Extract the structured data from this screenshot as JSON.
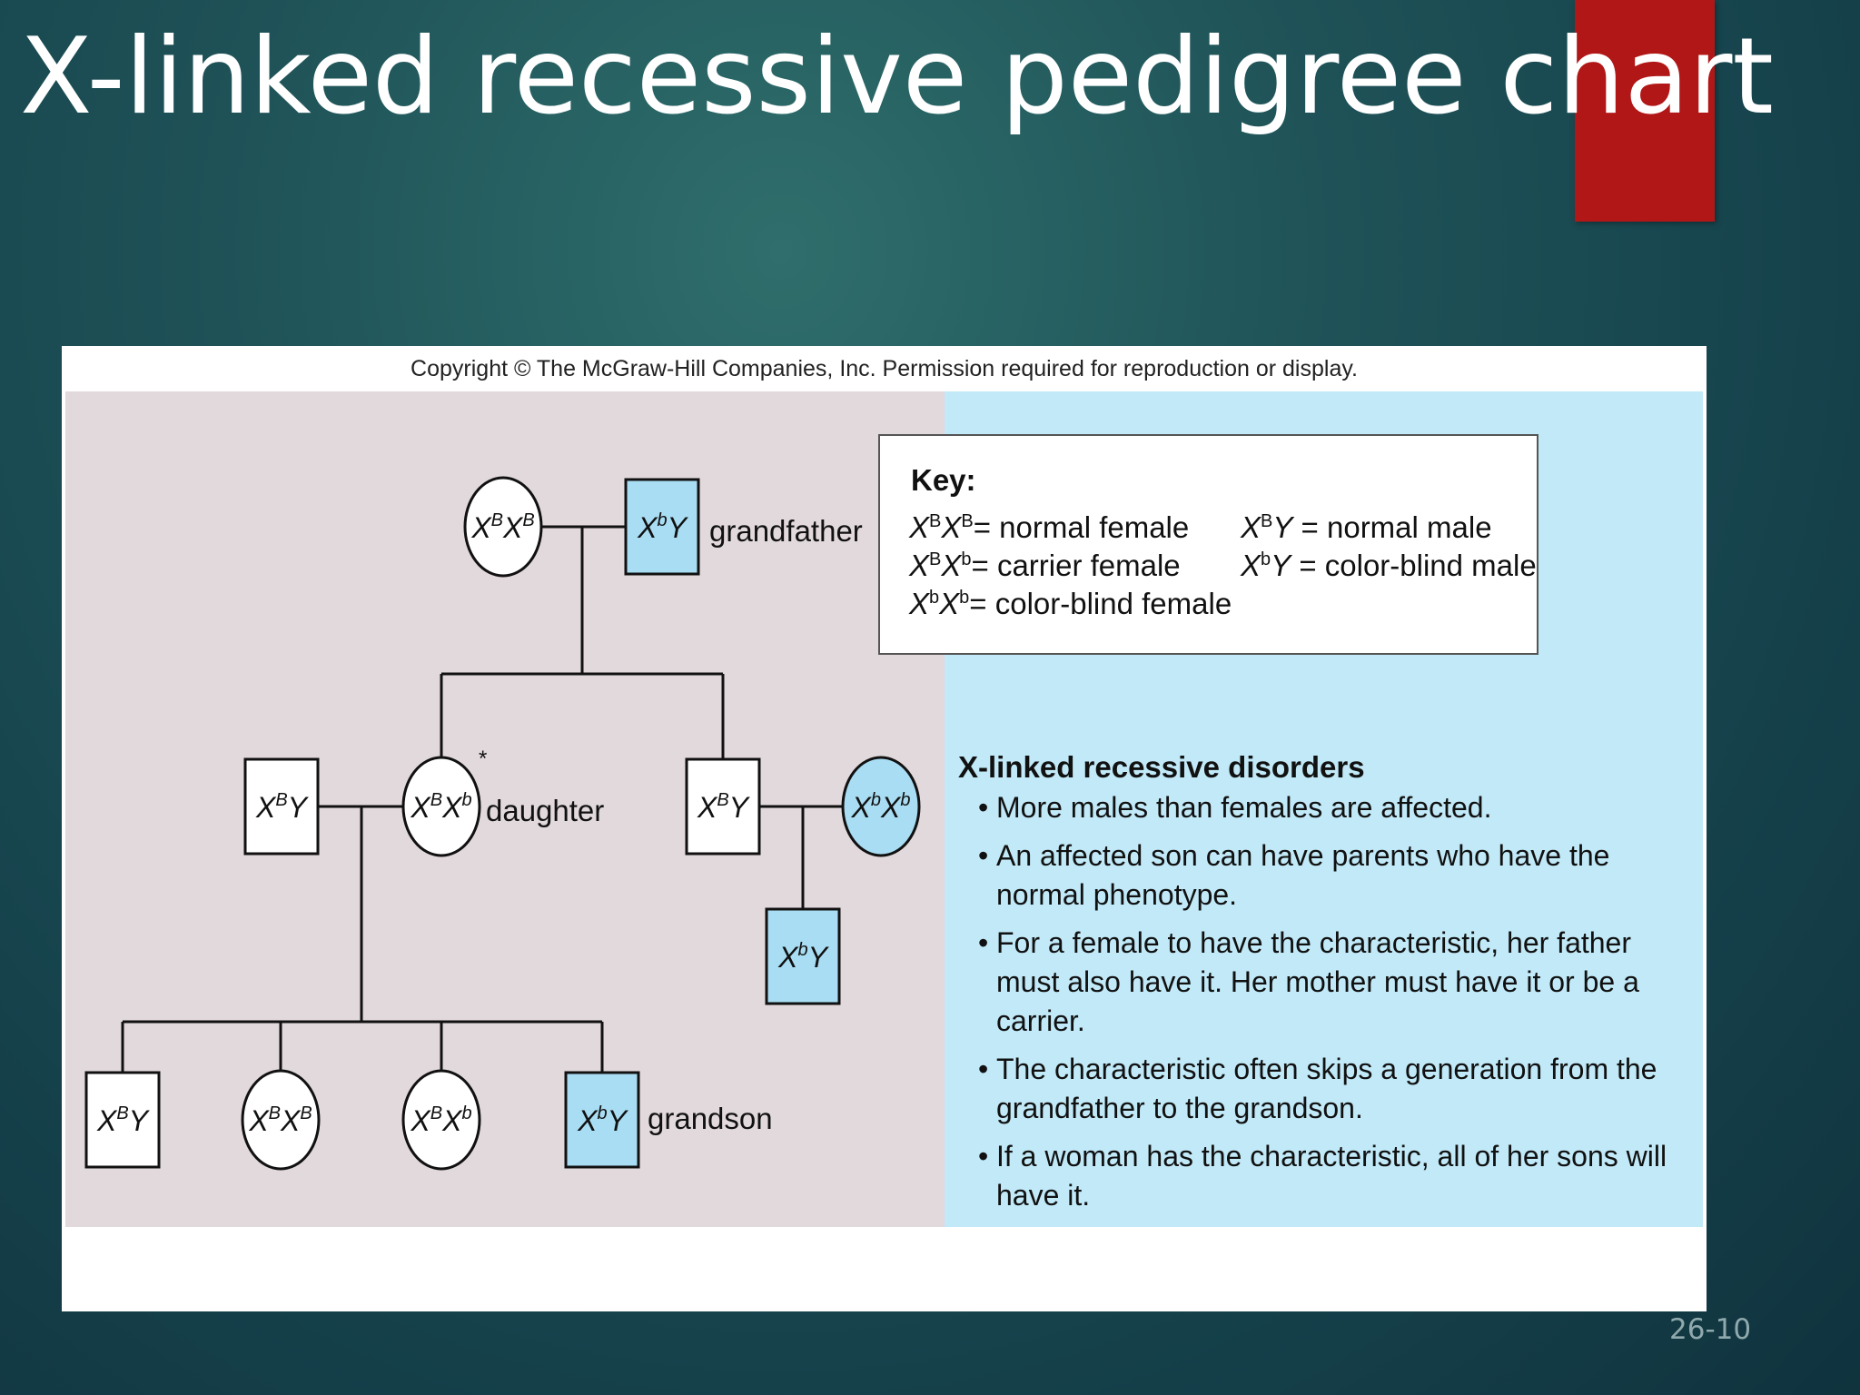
{
  "slide": {
    "title": "X-linked recessive pedigree chart",
    "page_number": "26-10",
    "accent_color": "#b11717"
  },
  "figure": {
    "copyright": "Copyright © The McGraw-Hill Companies, Inc. Permission required for reproduction or display.",
    "colors": {
      "affected_fill": "#a9ddf3",
      "unaffected_fill": "#ffffff",
      "left_panel": "#e2d9dc",
      "right_panel": "#c1e9f8"
    },
    "pedigree": {
      "labels": {
        "grandfather": "grandfather",
        "daughter": "daughter",
        "grandson": "grandson",
        "asterisk": "*"
      },
      "individuals": [
        {
          "id": "grandmother",
          "sex": "female",
          "affected": false,
          "base1": "X",
          "sup1": "B",
          "base2": "X",
          "sup2": "B"
        },
        {
          "id": "grandfather",
          "sex": "male",
          "affected": true,
          "base1": "X",
          "sup1": "b",
          "base2": "Y",
          "sup2": ""
        },
        {
          "id": "daughter-husband",
          "sex": "male",
          "affected": false,
          "base1": "X",
          "sup1": "B",
          "base2": "Y",
          "sup2": ""
        },
        {
          "id": "daughter",
          "sex": "female",
          "affected": false,
          "base1": "X",
          "sup1": "B",
          "base2": "X",
          "sup2": "b"
        },
        {
          "id": "son",
          "sex": "male",
          "affected": false,
          "base1": "X",
          "sup1": "B",
          "base2": "Y",
          "sup2": ""
        },
        {
          "id": "son-wife",
          "sex": "female",
          "affected": true,
          "base1": "X",
          "sup1": "b",
          "base2": "X",
          "sup2": "b"
        },
        {
          "id": "son-child",
          "sex": "male",
          "affected": true,
          "base1": "X",
          "sup1": "b",
          "base2": "Y",
          "sup2": ""
        },
        {
          "id": "grandchild-1",
          "sex": "male",
          "affected": false,
          "base1": "X",
          "sup1": "B",
          "base2": "Y",
          "sup2": ""
        },
        {
          "id": "grandchild-2",
          "sex": "female",
          "affected": false,
          "base1": "X",
          "sup1": "B",
          "base2": "X",
          "sup2": "B"
        },
        {
          "id": "grandchild-3",
          "sex": "female",
          "affected": false,
          "base1": "X",
          "sup1": "B",
          "base2": "X",
          "sup2": "b"
        },
        {
          "id": "grandson",
          "sex": "male",
          "affected": true,
          "base1": "X",
          "sup1": "b",
          "base2": "Y",
          "sup2": ""
        }
      ]
    },
    "key": {
      "title": "Key:",
      "entries": [
        {
          "base1": "X",
          "sup1": "B",
          "base2": "X",
          "sup2": "B",
          "desc": "= normal female"
        },
        {
          "base1": "X",
          "sup1": "B",
          "base2": "X",
          "sup2": "b",
          "desc": "= carrier female"
        },
        {
          "base1": "X",
          "sup1": "b",
          "base2": "X",
          "sup2": "b",
          "desc": "= color-blind female"
        },
        {
          "base1": "X",
          "sup1": "B",
          "base2": "Y",
          "sup2": "",
          "desc": " = normal male"
        },
        {
          "base1": "X",
          "sup1": "b",
          "base2": "Y",
          "sup2": "",
          "desc": " = color-blind male"
        }
      ]
    },
    "disorders": {
      "heading": "X-linked recessive disorders",
      "items": [
        "More males than females are affected.",
        "An affected son can have parents who have the normal phenotype.",
        "For a female to have the characteristic, her father must also have it. Her mother must have it or be a carrier.",
        "The characteristic often skips a generation from the grandfather to the grandson.",
        "If a woman has the characteristic, all of her sons will have it."
      ]
    }
  }
}
